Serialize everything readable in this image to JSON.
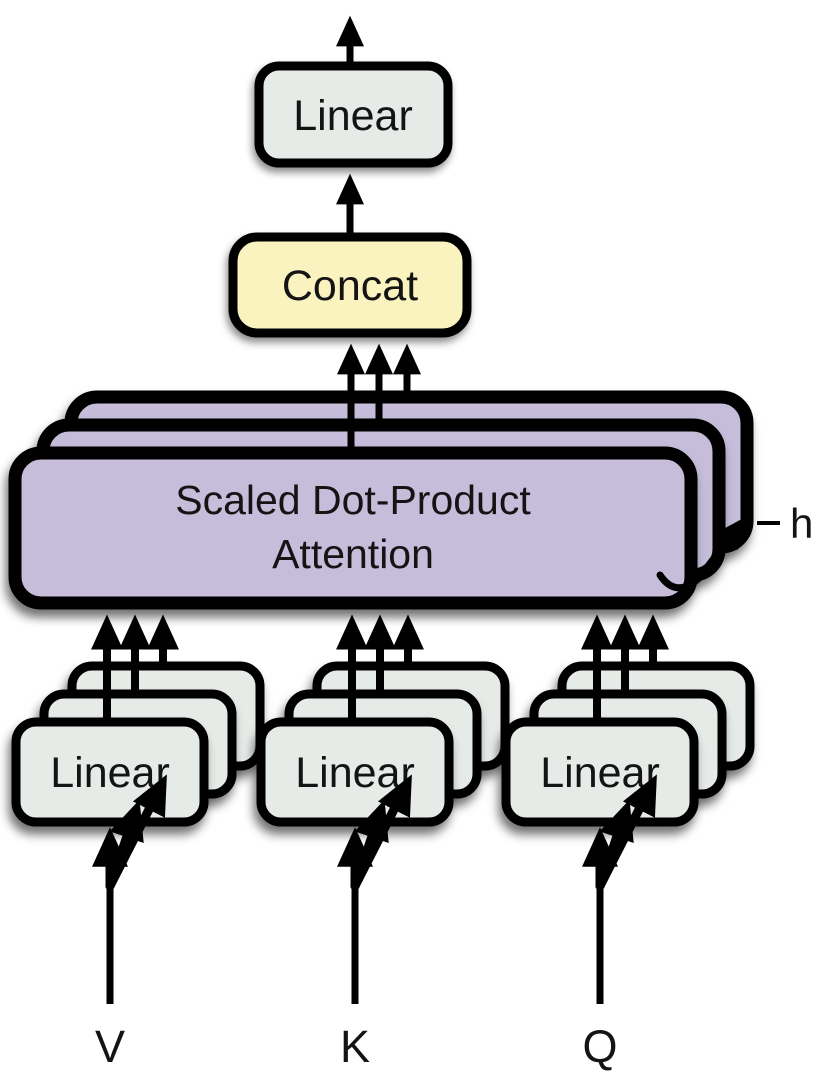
{
  "nodes": {
    "output_linear": {
      "label": "Linear",
      "fill": "#e6ebe8"
    },
    "concat": {
      "label": "Concat",
      "fill": "#faf3c0"
    },
    "attention": {
      "line1": "Scaled Dot-Product",
      "line2": "Attention",
      "fill": "#c5bdda",
      "heads_label": "h",
      "layers_shown": 3
    },
    "linear_v": {
      "label": "Linear",
      "fill": "#e6ebe8"
    },
    "linear_k": {
      "label": "Linear",
      "fill": "#e6ebe8"
    },
    "linear_q": {
      "label": "Linear",
      "fill": "#e6ebe8"
    }
  },
  "inputs": {
    "v": "V",
    "k": "K",
    "q": "Q"
  },
  "colors": {
    "stroke": "#000000",
    "background": "#ffffff",
    "attention_fill": "#c5bdda",
    "concat_fill": "#faf3c0",
    "linear_fill": "#e6ebe8"
  },
  "edges": [
    "V → Linear stack (h copies)",
    "K → Linear stack (h copies)",
    "Q → Linear stack (h copies)",
    "Linear stacks → Scaled Dot-Product Attention (h copies)",
    "Scaled Dot-Product Attention → Concat (3 arrows)",
    "Concat → Linear",
    "Linear → output"
  ]
}
